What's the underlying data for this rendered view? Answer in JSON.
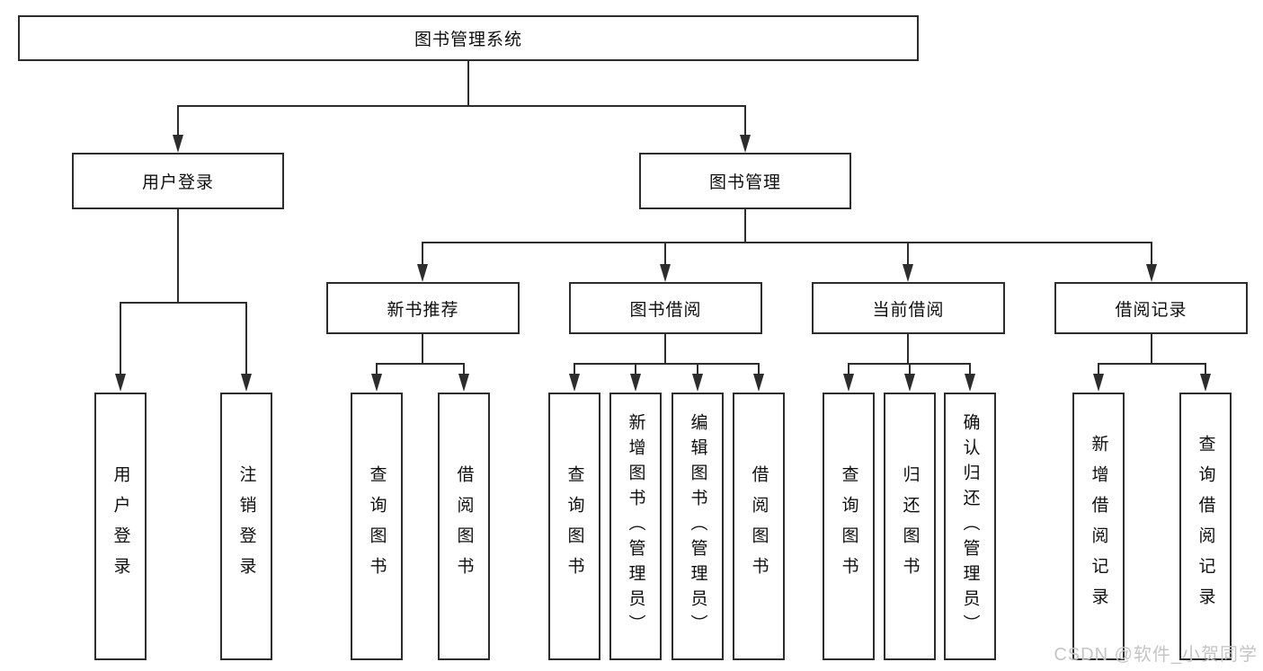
{
  "diagram": {
    "title": "图书管理系统",
    "branches": [
      {
        "label": "用户登录",
        "leaves": [
          "用户登录",
          "注销登录"
        ]
      },
      {
        "label": "图书管理",
        "groups": [
          {
            "label": "新书推荐",
            "leaves": [
              "查询图书",
              "借阅图书"
            ]
          },
          {
            "label": "图书借阅",
            "leaves": [
              "查询图书",
              "新增图书（管理员）",
              "编辑图书（管理员）",
              "借阅图书"
            ]
          },
          {
            "label": "当前借阅",
            "leaves": [
              "查询图书",
              "归还图书",
              "确认归还（管理员）"
            ]
          },
          {
            "label": "借阅记录",
            "leaves": [
              "新增借阅记录",
              "查询借阅记录"
            ]
          }
        ]
      }
    ]
  },
  "watermark": {
    "text": "CSDN @软件_小贺同学"
  },
  "colors": {
    "box_border": "#2d2d2d",
    "connector_line": "#2d2d2d",
    "box_fill": "#ffffff",
    "text": "#0f0f0f",
    "watermark_text": "#c5c5c5"
  }
}
